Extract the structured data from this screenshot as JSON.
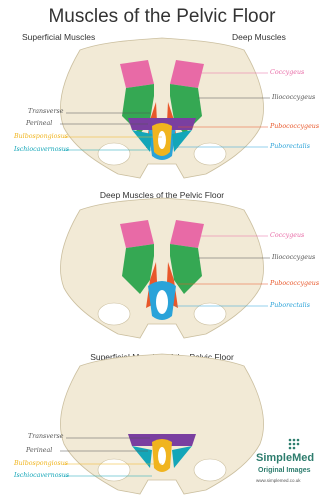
{
  "title": "Muscles of the Pelvic Floor",
  "column_headers": {
    "left": "Superficial Muscles",
    "right": "Deep Muscles"
  },
  "sections": {
    "deep_title": "Deep Muscles of the Pelvic Floor",
    "superficial_title": "Superficial Muscles of the Pelvic Floor"
  },
  "labels_top": {
    "right": [
      "Coccygeus",
      "Iliococcygeus",
      "Pubococcygeus",
      "Puborectalis"
    ],
    "left": [
      "Transverse",
      "Perineal",
      "Bulbospongiosus",
      "Ischiocavernosus"
    ]
  },
  "labels_middle": {
    "right": [
      "Coccygeus",
      "Iliococcygeus",
      "Pubococcygeus",
      "Puborectalis"
    ]
  },
  "labels_bottom": {
    "left": [
      "Transverse",
      "Perineal",
      "Bulbospongiosus",
      "Ischiocavernosus"
    ]
  },
  "brand": {
    "name": "SimpleMed",
    "tagline": "Original Images",
    "url": "www.simplemed.co.uk"
  },
  "colors": {
    "bone": "#f2ead6",
    "bone_outline": "#cbbf9f",
    "coccygeus": "#e86aa6",
    "iliococcygeus": "#35a853",
    "pubococcygeus": "#e8572a",
    "puborectalis": "#2aa3d9",
    "bulbospongiosus": "#f0b41e",
    "ischiocavernosus": "#14a6b8",
    "transverse_perineal": "#7a3fa0",
    "label_grey": "#555555"
  }
}
